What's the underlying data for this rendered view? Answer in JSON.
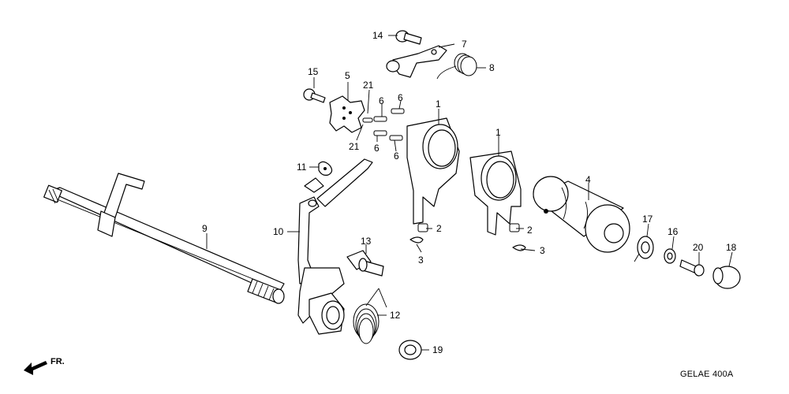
{
  "diagram": {
    "code": "GELAE 400A",
    "direction_label": "FR.",
    "callouts": [
      "1",
      "1",
      "2",
      "2",
      "3",
      "3",
      "4",
      "5",
      "6",
      "6",
      "6",
      "6",
      "7",
      "8",
      "9",
      "10",
      "11",
      "12",
      "13",
      "14",
      "15",
      "16",
      "17",
      "18",
      "19",
      "20",
      "21",
      "21"
    ]
  }
}
